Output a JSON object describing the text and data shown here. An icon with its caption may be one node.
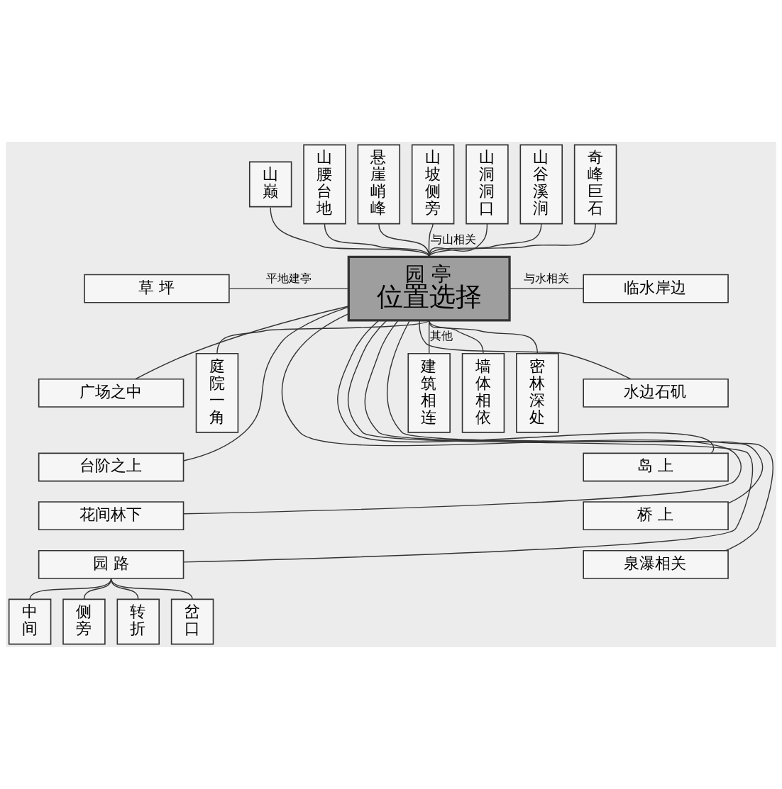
{
  "diagram": {
    "nodes": [
      {
        "text": [
          "园 亭",
          "位置选择"
        ]
      },
      {
        "text": [
          "山巅"
        ]
      },
      {
        "text": [
          "山腰台地"
        ]
      },
      {
        "text": [
          "悬崖峭峰"
        ]
      },
      {
        "text": [
          "山坡侧旁"
        ]
      },
      {
        "text": [
          "山洞洞口"
        ]
      },
      {
        "text": [
          "山谷溪涧"
        ]
      },
      {
        "text": [
          "奇峰巨石"
        ]
      },
      {
        "text": [
          "草 坪"
        ]
      },
      {
        "text": [
          "广场之中"
        ]
      },
      {
        "text": [
          "台阶之上"
        ]
      },
      {
        "text": [
          "花间林下"
        ]
      },
      {
        "text": [
          "园 路"
        ]
      },
      {
        "text": [
          "中间"
        ]
      },
      {
        "text": [
          "侧旁"
        ]
      },
      {
        "text": [
          "转折"
        ]
      },
      {
        "text": [
          "岔口"
        ]
      },
      {
        "text": [
          "临水岸边"
        ]
      },
      {
        "text": [
          "水边石矶"
        ]
      },
      {
        "text": [
          "岛 上"
        ]
      },
      {
        "text": [
          "桥 上"
        ]
      },
      {
        "text": [
          "泉瀑相关"
        ]
      },
      {
        "text": [
          "密林深处"
        ]
      },
      {
        "text": [
          "庭院一角"
        ]
      },
      {
        "text": [
          "建筑相连"
        ]
      },
      {
        "text": [
          "墙体相依"
        ]
      }
    ],
    "edges": [
      {
        "from": 0,
        "to": 1,
        "arrow": "none"
      },
      {
        "from": 0,
        "to": 2,
        "arrow": "none"
      },
      {
        "from": 0,
        "to": 3,
        "arrow": "none"
      },
      {
        "from": 0,
        "to": 4,
        "arrow": "none",
        "label": "与山相关"
      },
      {
        "from": 0,
        "to": 5,
        "arrow": "none"
      },
      {
        "from": 0,
        "to": 6,
        "arrow": "none"
      },
      {
        "from": 0,
        "to": 7,
        "arrow": "none"
      },
      {
        "from": 0,
        "to": 8,
        "arrow": "none",
        "label": "平地建亭"
      },
      {
        "from": 0,
        "to": 9,
        "arrow": "none"
      },
      {
        "from": 0,
        "to": 10,
        "arrow": "none"
      },
      {
        "from": 0,
        "to": 11,
        "arrow": "none"
      },
      {
        "from": 0,
        "to": 12,
        "arrow": "none"
      },
      {
        "from": 12,
        "to": 13,
        "arrow": "none"
      },
      {
        "from": 12,
        "to": 14,
        "arrow": "none"
      },
      {
        "from": 12,
        "to": 15,
        "arrow": "none"
      },
      {
        "from": 12,
        "to": 16,
        "arrow": "none"
      },
      {
        "from": 0,
        "to": 17,
        "arrow": "none",
        "label": "与水相关"
      },
      {
        "from": 0,
        "to": 18,
        "arrow": "none"
      },
      {
        "from": 0,
        "to": 19,
        "arrow": "none"
      },
      {
        "from": 0,
        "to": 20,
        "arrow": "none"
      },
      {
        "from": 0,
        "to": 21,
        "arrow": "none"
      },
      {
        "from": 0,
        "to": 22,
        "arrow": "none"
      },
      {
        "from": 0,
        "to": 23,
        "arrow": "none"
      },
      {
        "from": 0,
        "to": 24,
        "arrow": "none",
        "label": "其他"
      },
      {
        "from": 0,
        "to": 25,
        "arrow": "none"
      }
    ]
  }
}
